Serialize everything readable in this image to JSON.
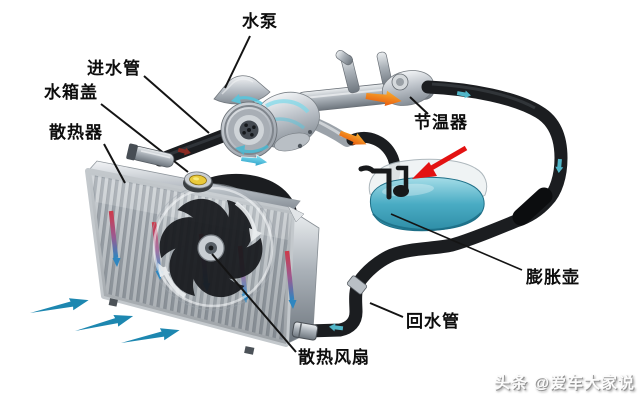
{
  "diagram": {
    "subject": "engine cooling system schematic",
    "labels": {
      "water_pump": "水泵",
      "inlet_pipe": "进水管",
      "radiator_cap": "水箱盖",
      "radiator": "散热器",
      "thermostat": "节温器",
      "expansion_tank": "膨胀壶",
      "return_pipe": "回水管",
      "cooling_fan": "散热风扇"
    },
    "annotations": {
      "airflow_arrows": "three blue darts pointing at radiator front",
      "hot_flow_arrows": "orange darts on engine outlet pipes",
      "coolant_flow_arrows": "small teal darts printed on hoses",
      "highlight_arrow": "red arrow pointing at expansion tank",
      "cooling_indicators": "red-to-blue temperature arrows on radiator core",
      "fan_rotation_arrows": "white curved arrows around fan"
    }
  },
  "watermark": {
    "text": "头条 @爱车大家说"
  },
  "colors": {
    "background": "#ffffff",
    "label_text": "#0d0d0d",
    "hose_black": "#1b1d20",
    "metal_silver": "#c4c9ce",
    "coolant_teal": "#4aacc4",
    "airflow_blue": "#1d87b0",
    "hot_flow_orange": "#f07420",
    "highlight_red": "#e31212",
    "cap_yellow": "#e9c93a",
    "watermark_text": "#fcfcfc"
  }
}
